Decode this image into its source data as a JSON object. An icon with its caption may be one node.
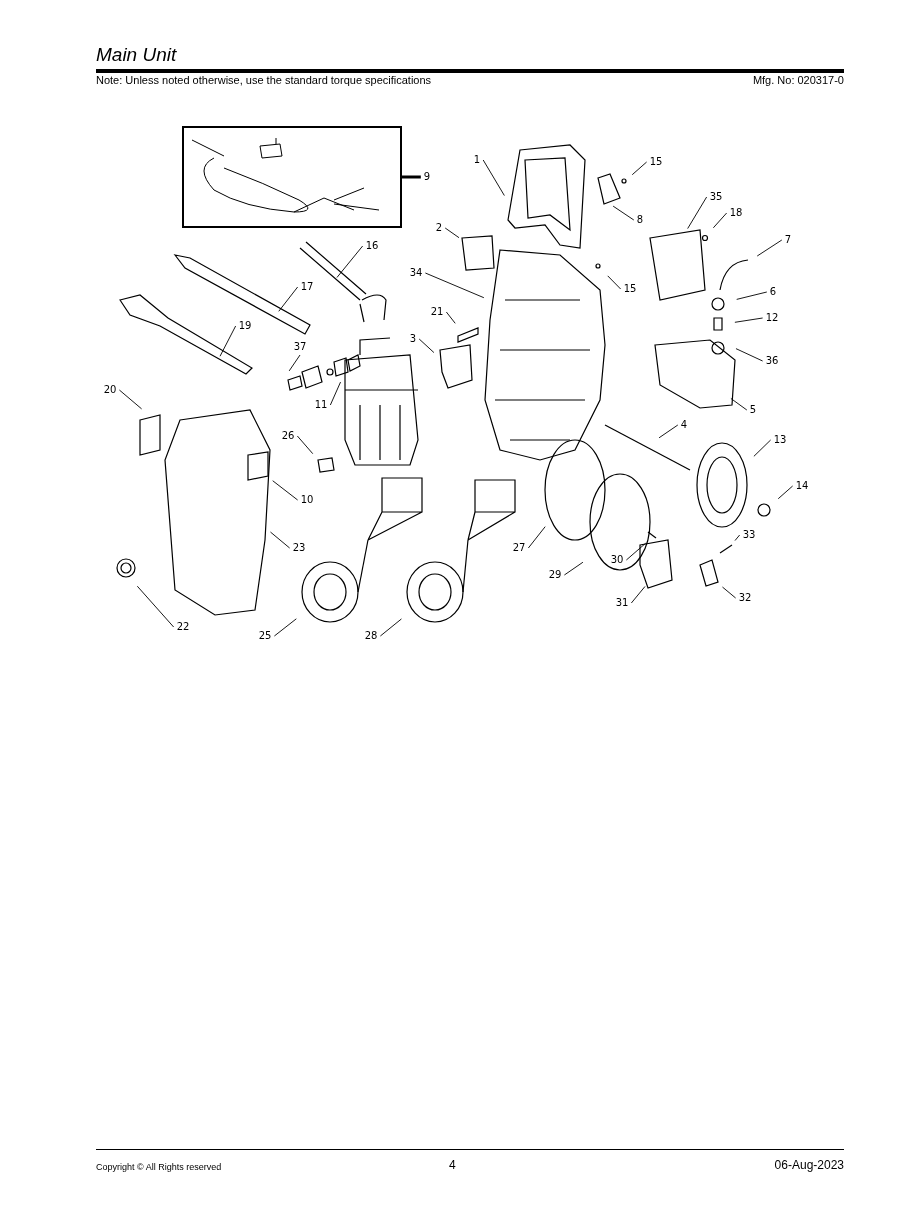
{
  "diagram": {
    "title": "Main Unit",
    "nodes": [
      {
        "text": [],
        "shape": "box"
      },
      {
        "text": [
          "1"
        ]
      },
      {
        "text": [
          "15"
        ]
      },
      {
        "text": [
          "9"
        ]
      },
      {
        "text": [
          "35"
        ]
      },
      {
        "text": [
          "18"
        ]
      },
      {
        "text": [
          "8"
        ]
      },
      {
        "text": [
          "2"
        ]
      },
      {
        "text": [
          "7"
        ]
      },
      {
        "text": [
          "16"
        ]
      },
      {
        "text": [
          "34"
        ]
      },
      {
        "text": [
          "15"
        ]
      },
      {
        "text": [
          "17"
        ]
      },
      {
        "text": [
          "6"
        ]
      },
      {
        "text": [
          "21"
        ]
      },
      {
        "text": [
          "12"
        ]
      },
      {
        "text": [
          "19"
        ]
      },
      {
        "text": [
          "37"
        ]
      },
      {
        "text": [
          "3"
        ]
      },
      {
        "text": [
          "36"
        ]
      },
      {
        "text": [
          "20"
        ]
      },
      {
        "text": [
          "11"
        ]
      },
      {
        "text": [
          "5"
        ]
      },
      {
        "text": [
          "4"
        ]
      },
      {
        "text": [
          "26"
        ]
      },
      {
        "text": [
          "13"
        ]
      },
      {
        "text": [
          "14"
        ]
      },
      {
        "text": [
          "10"
        ]
      },
      {
        "text": [
          "33"
        ]
      },
      {
        "text": [
          "23"
        ]
      },
      {
        "text": [
          "27"
        ]
      },
      {
        "text": [
          "30"
        ]
      },
      {
        "text": [
          "29"
        ]
      },
      {
        "text": [
          "32"
        ]
      },
      {
        "text": [
          "31"
        ]
      },
      {
        "text": [
          "22"
        ]
      },
      {
        "text": [
          "25"
        ]
      },
      {
        "text": [
          "28"
        ]
      }
    ],
    "edges": [
      {
        "from": 1,
        "to": null,
        "arrow": "none"
      },
      {
        "from": 2,
        "to": null,
        "arrow": "none"
      },
      {
        "from": 3,
        "to": 0,
        "arrow": "none",
        "style": "thick"
      },
      {
        "from": 4,
        "to": null,
        "arrow": "none"
      },
      {
        "from": 5,
        "to": null,
        "arrow": "none"
      },
      {
        "from": 6,
        "to": null,
        "arrow": "none"
      },
      {
        "from": 7,
        "to": null,
        "arrow": "none"
      },
      {
        "from": 8,
        "to": null,
        "arrow": "none"
      },
      {
        "from": 9,
        "to": null,
        "arrow": "none"
      },
      {
        "from": 10,
        "to": null,
        "arrow": "none"
      },
      {
        "from": 11,
        "to": null,
        "arrow": "none"
      },
      {
        "from": 12,
        "to": null,
        "arrow": "none"
      },
      {
        "from": 13,
        "to": null,
        "arrow": "none"
      },
      {
        "from": 14,
        "to": null,
        "arrow": "none"
      },
      {
        "from": 15,
        "to": null,
        "arrow": "none"
      },
      {
        "from": 16,
        "to": null,
        "arrow": "none"
      },
      {
        "from": 17,
        "to": null,
        "arrow": "none"
      },
      {
        "from": 18,
        "to": null,
        "arrow": "none"
      },
      {
        "from": 19,
        "to": null,
        "arrow": "none"
      },
      {
        "from": 20,
        "to": null,
        "arrow": "none"
      },
      {
        "from": 21,
        "to": null,
        "arrow": "none"
      },
      {
        "from": 22,
        "to": null,
        "arrow": "none"
      },
      {
        "from": 23,
        "to": null,
        "arrow": "none"
      },
      {
        "from": 24,
        "to": null,
        "arrow": "none"
      },
      {
        "from": 25,
        "to": null,
        "arrow": "none"
      },
      {
        "from": 26,
        "to": null,
        "arrow": "none"
      },
      {
        "from": 27,
        "to": null,
        "arrow": "none"
      },
      {
        "from": 28,
        "to": null,
        "arrow": "none"
      },
      {
        "from": 29,
        "to": null,
        "arrow": "none"
      },
      {
        "from": 30,
        "to": null,
        "arrow": "none"
      },
      {
        "from": 31,
        "to": null,
        "arrow": "none"
      },
      {
        "from": 32,
        "to": null,
        "arrow": "none"
      },
      {
        "from": 33,
        "to": null,
        "arrow": "none"
      },
      {
        "from": 34,
        "to": null,
        "arrow": "none"
      },
      {
        "from": 35,
        "to": null,
        "arrow": "none"
      },
      {
        "from": 36,
        "to": null,
        "arrow": "none"
      },
      {
        "from": 37,
        "to": null,
        "arrow": "none"
      }
    ],
    "labels": [
      "Note: Unless noted otherwise, use the standard torque specifications",
      "Mfg. No: 020317-0",
      "Copyright © All Rights reserved",
      "4",
      "06-Aug-2023"
    ]
  }
}
